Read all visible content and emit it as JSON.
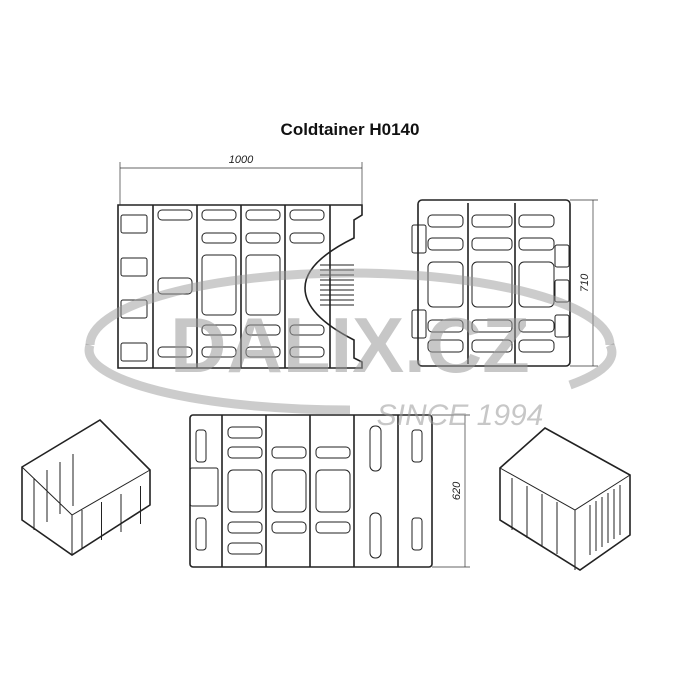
{
  "title": "Coldtainer H0140",
  "dimensions": {
    "width": "1000",
    "height": "710",
    "depth": "620"
  },
  "watermark": {
    "brand": "DALIX.CZ",
    "tagline": "SINCE 1994",
    "color": "#9a9a9a"
  },
  "views": [
    "front",
    "side",
    "top",
    "isometric-left",
    "isometric-right"
  ]
}
